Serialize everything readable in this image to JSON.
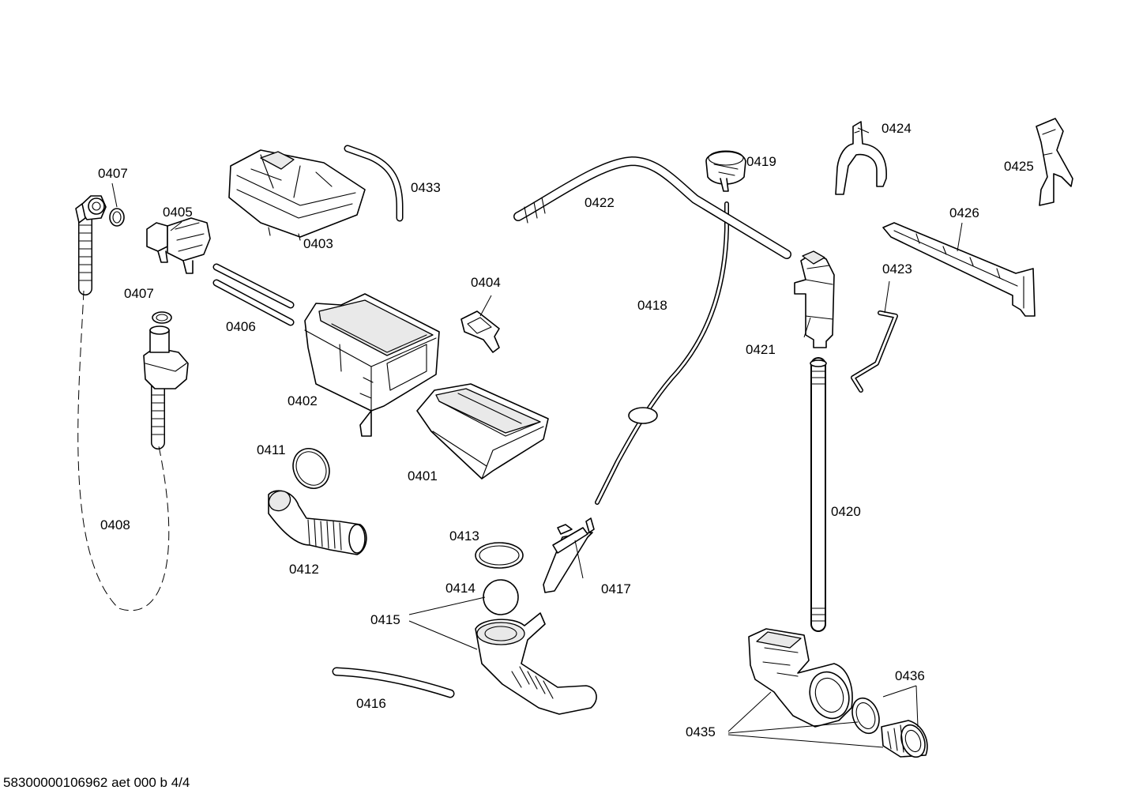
{
  "diagram": {
    "labels": {
      "p0401": "0401",
      "p0402": "0402",
      "p0403": "0403",
      "p0404": "0404",
      "p0405": "0405",
      "p0406": "0406",
      "p0407a": "0407",
      "p0407b": "0407",
      "p0408": "0408",
      "p0411": "0411",
      "p0412": "0412",
      "p0413": "0413",
      "p0414": "0414",
      "p0415": "0415",
      "p0416": "0416",
      "p0417": "0417",
      "p0418": "0418",
      "p0419": "0419",
      "p0420": "0420",
      "p0421": "0421",
      "p0422": "0422",
      "p0423": "0423",
      "p0424": "0424",
      "p0425": "0425",
      "p0426": "0426",
      "p0433": "0433",
      "p0435": "0435",
      "p0436": "0436"
    },
    "footer": "58300000106962 aet 000 b 4/4"
  }
}
